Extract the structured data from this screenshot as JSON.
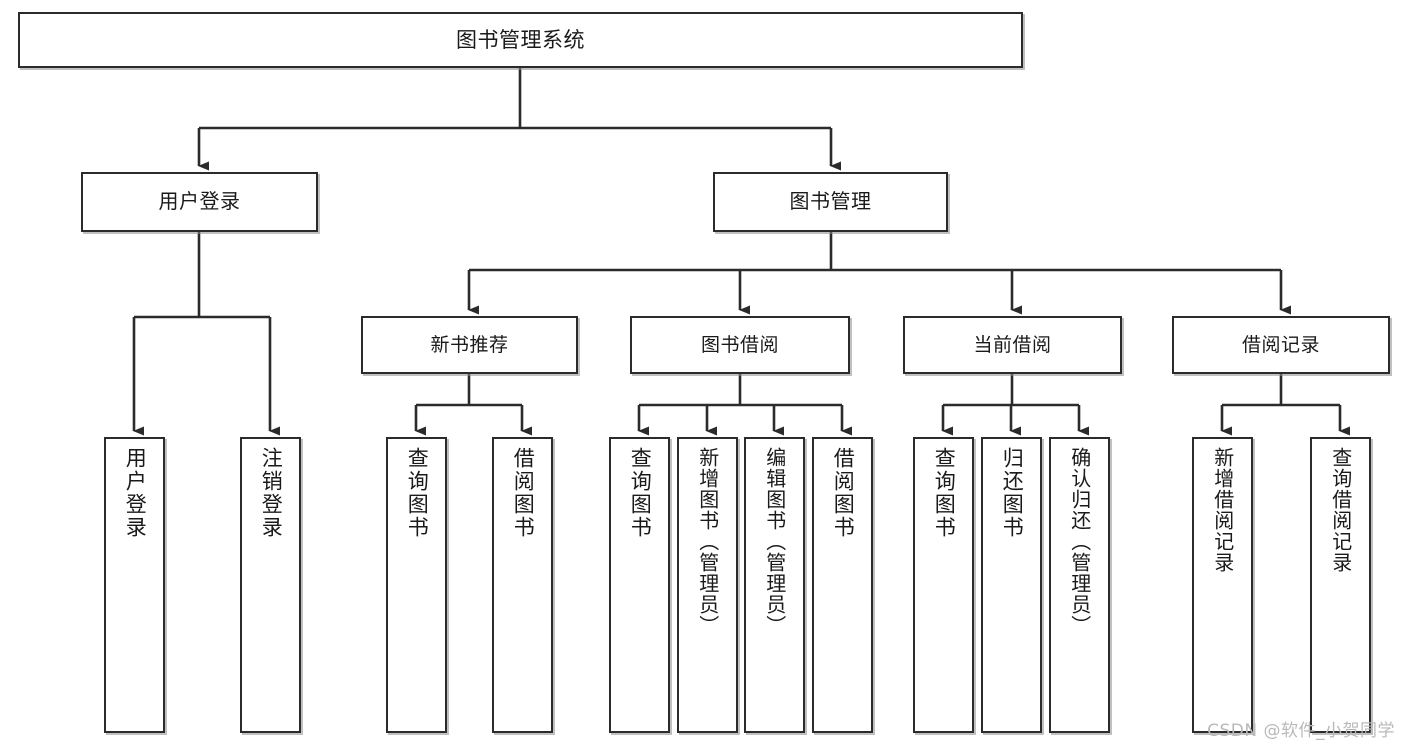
{
  "diagram": {
    "title": "图书管理系统",
    "type": "tree-hierarchy-diagram",
    "watermark": "CSDN @软件_小贺同学",
    "colors": {
      "background": "#ffffff",
      "box_border": "#2b2b2b",
      "box_fill": "#ffffff",
      "connector": "#2b2b2b",
      "text": "#1a1a1a",
      "watermark": "#b9b9b9"
    },
    "root": {
      "label": "图书管理系统"
    },
    "level1": [
      {
        "label": "用户登录"
      },
      {
        "label": "图书管理"
      }
    ],
    "level2": [
      {
        "label": "新书推荐"
      },
      {
        "label": "图书借阅"
      },
      {
        "label": "当前借阅"
      },
      {
        "label": "借阅记录"
      }
    ],
    "leaves": {
      "user_login": [
        {
          "label": "用户登录"
        },
        {
          "label": "注销登录"
        }
      ],
      "new_book_recommend": [
        {
          "label": "查询图书"
        },
        {
          "label": "借阅图书"
        }
      ],
      "book_borrow": [
        {
          "label": "查询图书"
        },
        {
          "label": "新增图书（管理员）"
        },
        {
          "label": "编辑图书（管理员）"
        },
        {
          "label": "借阅图书"
        }
      ],
      "current_borrow": [
        {
          "label": "查询图书"
        },
        {
          "label": "归还图书"
        },
        {
          "label": "确认归还（管理员）"
        }
      ],
      "borrow_record": [
        {
          "label": "新增借阅记录"
        },
        {
          "label": "查询借阅记录"
        }
      ]
    }
  }
}
